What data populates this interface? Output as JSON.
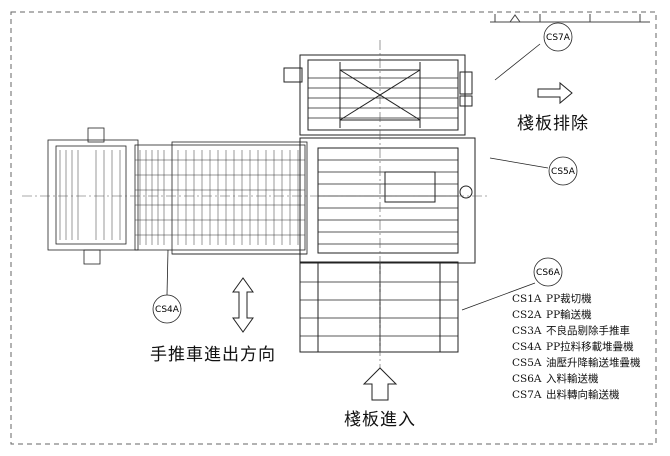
{
  "callouts": {
    "cs7a": "CS7A",
    "cs5a": "CS5A",
    "cs6a": "CS6A",
    "cs4a": "CS4A"
  },
  "labels": {
    "pallet_out": "棧板排除",
    "pallet_in": "棧板進入",
    "cart_direction": "手推車進出方向"
  },
  "legend": [
    {
      "code": "CS1A",
      "desc": "PP裁切機"
    },
    {
      "code": "CS2A",
      "desc": "PP輸送機"
    },
    {
      "code": "CS3A",
      "desc": "不良品剔除手推車"
    },
    {
      "code": "CS4A",
      "desc": "PP拉料移載堆疊機"
    },
    {
      "code": "CS5A",
      "desc": "油壓升降輸送堆疊機"
    },
    {
      "code": "CS6A",
      "desc": "入料輸送機"
    },
    {
      "code": "CS7A",
      "desc": "出料轉向輸送機"
    }
  ],
  "colors": {
    "line": "#222222",
    "dash": "#555555"
  }
}
